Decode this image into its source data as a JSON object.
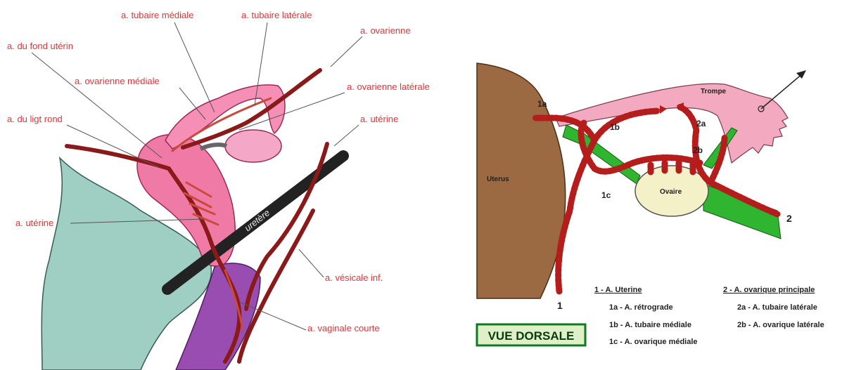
{
  "left_diagram": {
    "labels": {
      "tubaire_mediale": "a. tubaire médiale",
      "tubaire_laterale": "a. tubaire latérale",
      "ovarienne": "a. ovarienne",
      "fond_uterin": "a. du fond utérin",
      "ovarienne_mediale": "a. ovarienne médiale",
      "ovarienne_laterale": "a. ovarienne latérale",
      "ligt_rond": "a. du ligt rond",
      "uterine_right": "a. utérine",
      "uterine_left": "a. utérine",
      "uretere": "uretère",
      "vesicale_inf": "a. vésicale inf.",
      "vaginale_courte": "a. vaginale courte"
    },
    "colors": {
      "label_red": "#e8323a",
      "uterus_pink": "#f07aa6",
      "bladder_teal": "#9fcfc3",
      "vagina_purple": "#9a4db0",
      "artery_brown": "#8a3a2c",
      "ureter_black": "#222222"
    }
  },
  "right_diagram": {
    "labels": {
      "uterus": "Uterus",
      "trompe": "Trompe",
      "ovaire": "Ovaire",
      "n1": "1",
      "n1a": "1a",
      "n1b": "1b",
      "n1c": "1c",
      "n2": "2",
      "n2a": "2a",
      "n2b": "2b"
    },
    "legend": {
      "col1_title": "1 - A. Uterine",
      "col1_items": [
        "1a - A. rétrograde",
        "1b - A. tubaire médiale",
        "1c - A. ovarique médiale"
      ],
      "col2_title": "2 - A. ovarique principale",
      "col2_items": [
        "2a - A. tubaire latérale",
        "2b - A. ovarique latérale"
      ]
    },
    "view_badge": "VUE DORSALE",
    "colors": {
      "uterus_brown": "#9b6a43",
      "tube_pink": "#f3a9c0",
      "ovary_cream": "#f4f0c8",
      "ligament_green": "#2fb52f",
      "artery_red": "#b51c1c",
      "badge_green": "#0e7a1e"
    }
  }
}
